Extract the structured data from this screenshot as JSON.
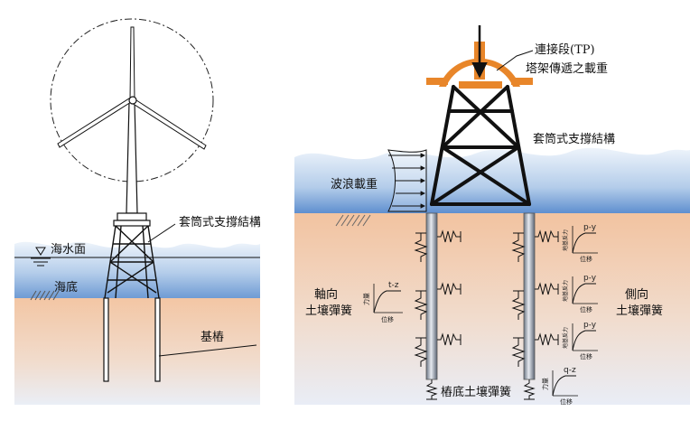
{
  "left_diagram": {
    "labels": {
      "jacket": "套筒式支撐結構",
      "sea_level": "海水面",
      "seabed": "海底",
      "pile": "基樁"
    }
  },
  "right_diagram": {
    "labels": {
      "transition_piece": "連接段(TP)",
      "tower_load": "塔架傳遞之載重",
      "jacket": "套筒式支撐結構",
      "wave_load": "波浪載重",
      "axial_spring_line1": "軸向",
      "axial_spring_line2": "土壤彈簧",
      "lateral_spring_line1": "側向",
      "lateral_spring_line2": "土壤彈簧",
      "tip_spring": "樁底土壤彈簧"
    },
    "curves": {
      "tz": {
        "title": "t-z",
        "x_label": "位移",
        "y_label": "力量"
      },
      "py": {
        "title": "p-y",
        "x_label": "位移",
        "y_label": "地基反力"
      },
      "qz": {
        "title": "q-z",
        "x_label": "位移",
        "y_label": "力量"
      }
    }
  },
  "colors": {
    "sea_light": "#d8e6f5",
    "sea_mid": "#a9c6e8",
    "sea_dark": "#5f8fcf",
    "soil_top": "#f2c8a8",
    "soil_bottom": "#eef0f6",
    "tp_orange": "#e8862a",
    "pile_steel": "#9aa4b2"
  }
}
